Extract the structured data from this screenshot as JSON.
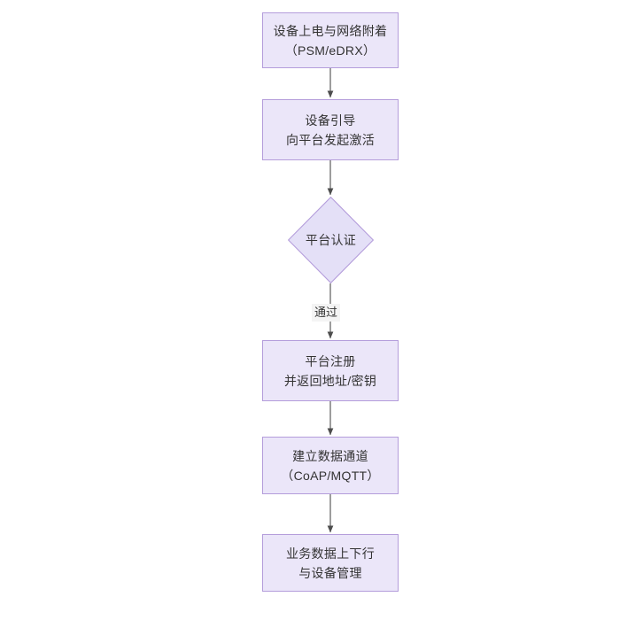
{
  "diagram": {
    "type": "flowchart",
    "orientation": "top-to-bottom",
    "background_color": "#ffffff",
    "node_fill_color": "#ebe6f9",
    "node_border_color": "#b49ddb",
    "text_color": "#333333",
    "connector_color": "#4d4d4d",
    "nodes": [
      {
        "id": "power-on",
        "shape": "rect",
        "lines": [
          "设备上电与网络附着",
          "（PSM/eDRX）"
        ]
      },
      {
        "id": "bootstrap",
        "shape": "rect",
        "lines": [
          "设备引导",
          "向平台发起激活"
        ]
      },
      {
        "id": "platform-auth",
        "shape": "diamond",
        "lines": [
          "平台认证"
        ]
      },
      {
        "id": "platform-register",
        "shape": "rect",
        "lines": [
          "平台注册",
          "并返回地址/密钥"
        ]
      },
      {
        "id": "data-channel",
        "shape": "rect",
        "lines": [
          "建立数据通道",
          "（CoAP/MQTT）"
        ]
      },
      {
        "id": "business-data",
        "shape": "rect",
        "lines": [
          "业务数据上下行",
          "与设备管理"
        ]
      }
    ],
    "edges": [
      {
        "from": "power-on",
        "to": "bootstrap",
        "label": ""
      },
      {
        "from": "bootstrap",
        "to": "platform-auth",
        "label": ""
      },
      {
        "from": "platform-auth",
        "to": "platform-register",
        "label": "通过"
      },
      {
        "from": "platform-register",
        "to": "data-channel",
        "label": ""
      },
      {
        "from": "data-channel",
        "to": "business-data",
        "label": ""
      }
    ]
  }
}
